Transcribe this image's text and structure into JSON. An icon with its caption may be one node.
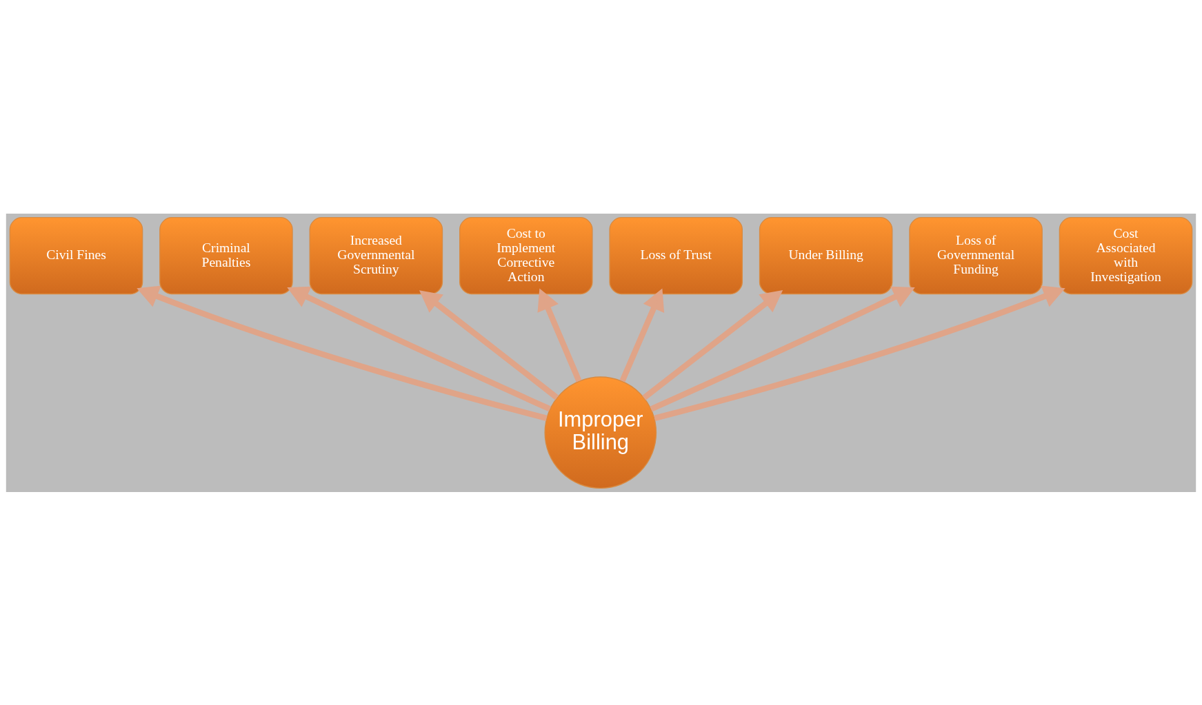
{
  "diagram": {
    "nodes": [
      {
        "text": [
          "Improper Billing"
        ]
      },
      {
        "text": [
          "Civil Fines"
        ]
      },
      {
        "text": [
          "Criminal Penalties"
        ]
      },
      {
        "text": [
          "Increased Governmental Scrutiny"
        ]
      },
      {
        "text": [
          "Cost to Implement Corrective Action"
        ]
      },
      {
        "text": [
          "Loss of Trust"
        ]
      },
      {
        "text": [
          "Under Billing"
        ]
      },
      {
        "text": [
          "Loss of Governmental Funding"
        ]
      },
      {
        "text": [
          "Cost Associated with Investigation"
        ]
      }
    ],
    "edges": [
      {
        "from": 0,
        "to": 1,
        "arrow": "to"
      },
      {
        "from": 0,
        "to": 2,
        "arrow": "to"
      },
      {
        "from": 0,
        "to": 3,
        "arrow": "to"
      },
      {
        "from": 0,
        "to": 4,
        "arrow": "to"
      },
      {
        "from": 0,
        "to": 5,
        "arrow": "to"
      },
      {
        "from": 0,
        "to": 6,
        "arrow": "to"
      },
      {
        "from": 0,
        "to": 7,
        "arrow": "to"
      },
      {
        "from": 0,
        "to": 8,
        "arrow": "to"
      }
    ]
  }
}
